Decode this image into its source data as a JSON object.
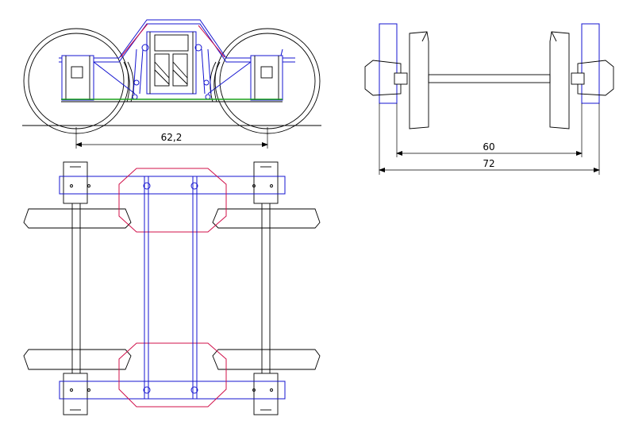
{
  "dimensions": {
    "wheelbase": "62,2",
    "inner_gauge": "60",
    "outer_width": "72"
  },
  "colors": {
    "frame": "#1515d0",
    "outline": "#000000",
    "bolster_plate": "#d0104a",
    "brake_rod": "#1aa01a"
  }
}
